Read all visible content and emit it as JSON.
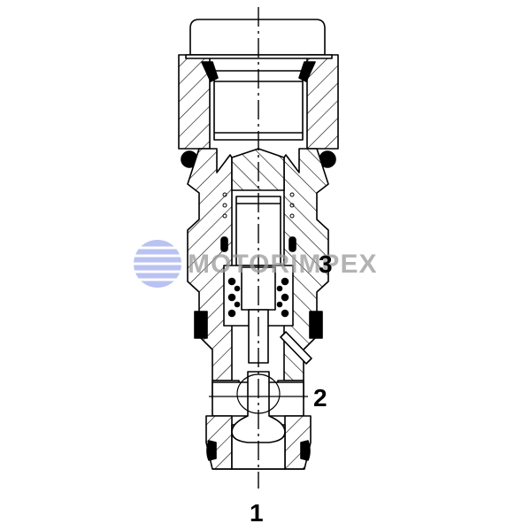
{
  "diagram": {
    "type": "hydraulic cartridge valve cross-section",
    "ports": [
      {
        "id": "port-1",
        "label": "1"
      },
      {
        "id": "port-2",
        "label": "2"
      },
      {
        "id": "port-3",
        "label": "3"
      }
    ],
    "watermark": {
      "text": "MOTORIMPEX",
      "globe_color": "#a9b3f0",
      "text_color": "#9a9a9a"
    },
    "colors": {
      "line": "#000000",
      "background": "#ffffff"
    }
  }
}
